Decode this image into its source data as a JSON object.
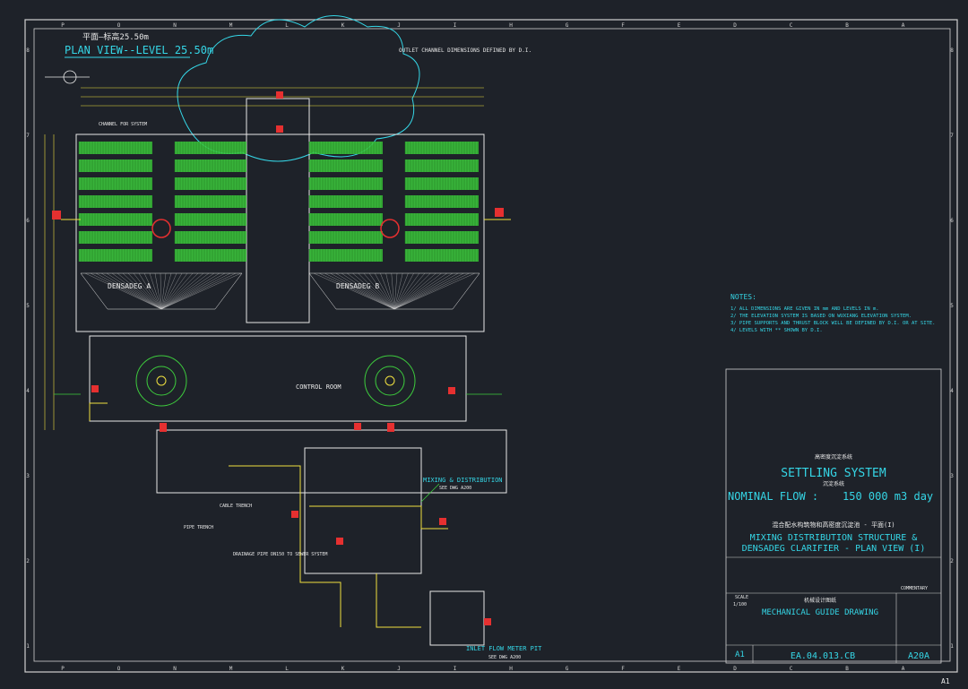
{
  "drawing": {
    "plan_title_cn": "平面—标高25.50m",
    "plan_title": "PLAN VIEW--LEVEL 25.50m",
    "outlet_note": "OUTLET CHANNEL DIMENSIONS DEFINED BY D.I.",
    "channel_note": "CHANNEL FOR SYSTEM",
    "densadeg_a": "DENSADEG A",
    "densadeg_b": "DENSADEG B",
    "control_room": "CONTROL ROOM",
    "mixing_label": "MIXING & DISTRIBUTION",
    "mixing_sub": "SEE DWG A200",
    "inlet_meter": "INLET FLOW METER PIT",
    "inlet_sub": "SEE DWG A200",
    "cable_trench": "CABLE TRENCH",
    "pipe_trench": "PIPE TRENCH",
    "drainage_pipe": "DRAINAGE PIPE DN150 TO SEWER SYSTEM"
  },
  "notes": {
    "heading": "NOTES:",
    "items": [
      "1/ ALL DIMENSIONS ARE GIVEN IN mm AND LEVELS IN m.",
      "2/ THE ELEVATION SYSTEM IS BASED ON WUXIANG ELEVATION SYSTEM.",
      "3/ PIPE SUPPORTS AND THRUST BLOCK WILL BE DEFINED BY D.I. OR AT SITE.",
      "4/ LEVELS WITH ** SHOWN BY D.I."
    ]
  },
  "title_block": {
    "system_cn": "高密度沉淀系统",
    "system": "SETTLING SYSTEM",
    "system_cn2": "沉淀系统",
    "flow_label": "NOMINAL FLOW :",
    "flow_value": "150 000 m3  day",
    "desc_cn": "混合配水构筑物和高密度沉淀池 - 平面(I)",
    "desc1": "MIXING DISTRIBUTION STRUCTURE &",
    "desc2": "DENSADEG CLARIFIER - PLAN VIEW (I)",
    "guide_cn": "机械设计图纸",
    "guide": "MECHANICAL GUIDE DRAWING",
    "size": "A1",
    "project_no": "EA.04.013.CB",
    "drawing_no": "A20A",
    "commentary": "COMMENTARY",
    "scale_label": "SCALE",
    "scale": "1/100"
  },
  "border": {
    "cols": [
      "P",
      "O",
      "N",
      "M",
      "L",
      "K",
      "J",
      "I",
      "H",
      "G",
      "F",
      "E",
      "D",
      "C",
      "B",
      "A"
    ],
    "rows": [
      "8",
      "7",
      "6",
      "5",
      "4",
      "3",
      "2",
      "1"
    ]
  },
  "viewer": {
    "sheet_label": "A1"
  },
  "colors": {
    "background": "#1e2229",
    "lines": "#e8e8e8",
    "accent": "#35d6e6",
    "plant": "#3dcc3d",
    "valve": "#e63030",
    "pipe": "#f0e040"
  }
}
